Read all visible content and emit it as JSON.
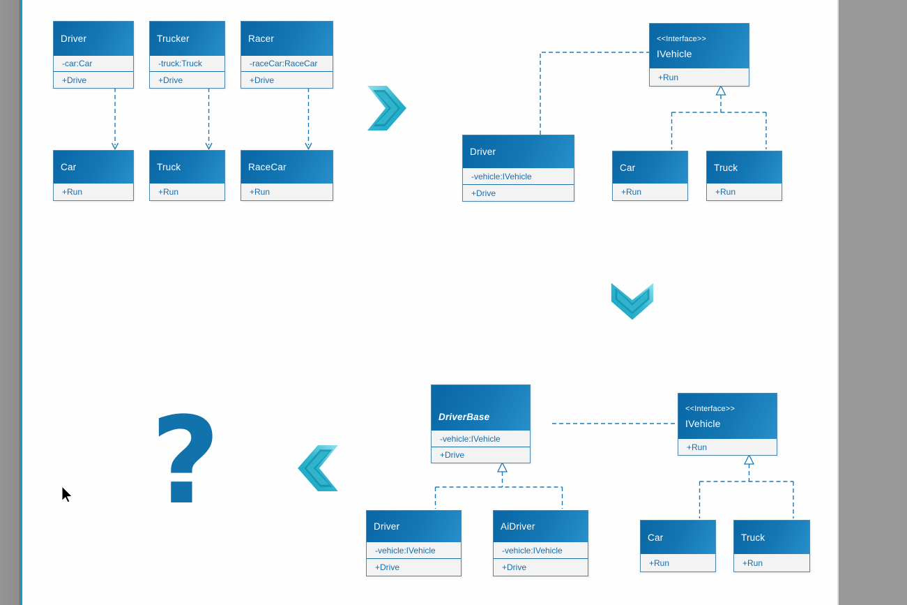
{
  "boxes": {
    "driver1": {
      "title": "Driver",
      "attr": "-car:Car",
      "method": "+Drive"
    },
    "trucker": {
      "title": "Trucker",
      "attr": "-truck:Truck",
      "method": "+Drive"
    },
    "racer": {
      "title": "Racer",
      "attr": "-raceCar:RaceCar",
      "method": "+Drive"
    },
    "car1": {
      "title": "Car",
      "method": "+Run"
    },
    "truck1": {
      "title": "Truck",
      "method": "+Run"
    },
    "racecar1": {
      "title": "RaceCar",
      "method": "+Run"
    },
    "ivehicle1": {
      "stereotype": "<<Interface>>",
      "title": "IVehicle",
      "method": "+Run"
    },
    "driver2": {
      "title": "Driver",
      "attr": "-vehicle:IVehicle",
      "method": "+Drive"
    },
    "car2": {
      "title": "Car",
      "method": "+Run"
    },
    "truck2": {
      "title": "Truck",
      "method": "+Run"
    },
    "driverbase": {
      "title": "DriverBase",
      "attr": "-vehicle:IVehicle",
      "method": "+Drive"
    },
    "ivehicle2": {
      "stereotype": "<<Interface>>",
      "title": "IVehicle",
      "method": "+Run"
    },
    "driver3": {
      "title": "Driver",
      "attr": "-vehicle:IVehicle",
      "method": "+Drive"
    },
    "aidriver": {
      "title": "AiDriver",
      "attr": "-vehicle:IVehicle",
      "method": "+Drive"
    },
    "car3": {
      "title": "Car",
      "method": "+Run"
    },
    "truck3": {
      "title": "Truck",
      "method": "+Run"
    }
  },
  "symbols": {
    "question_mark": "?"
  },
  "colors": {
    "class_header_blue": "#1173b0",
    "row_background": "#f3f3f3",
    "row_text_blue": "#176da9",
    "connector_blue": "#1b7ab5",
    "chevron_teal": "#2ab3cd",
    "question_blue": "#1272ab",
    "margin_gray": "#949494",
    "accent_teal": "#0f9dce"
  }
}
